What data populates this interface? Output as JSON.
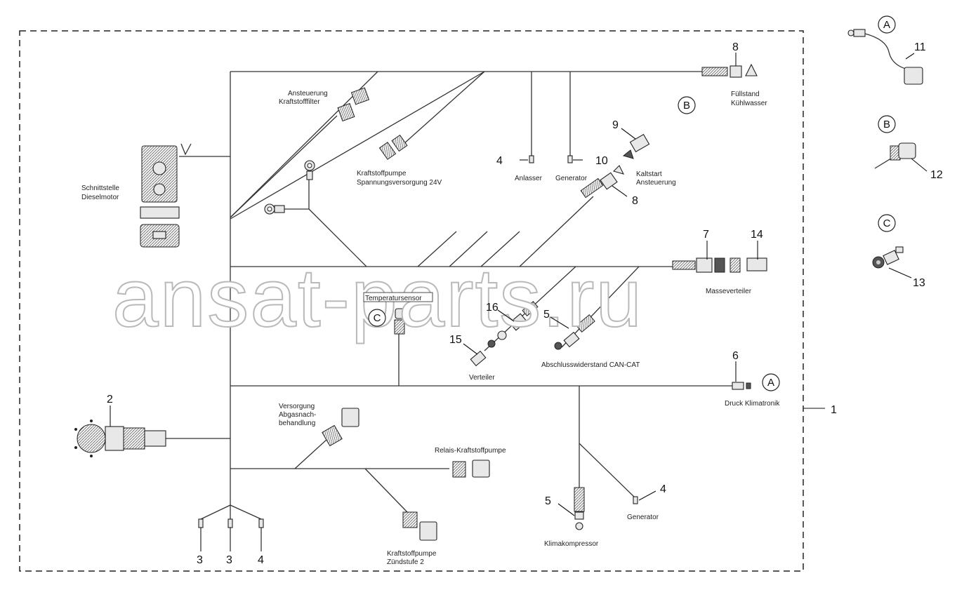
{
  "watermark": "ansat-parts.ru",
  "labels": {
    "ansteuerung_kraftstofffilter": [
      "Ansteuerung",
      "Kraftstofffilter"
    ],
    "kraftstoffpumpe_spannung": [
      "Kraftstoffpumpe",
      "Spannungsversorgung 24V"
    ],
    "anlasser": "Anlasser",
    "generator_top": "Generator",
    "fuellstand": [
      "Füllstand",
      "Kühlwasser"
    ],
    "kaltstart": [
      "Kaltstart",
      "Ansteuerung"
    ],
    "schnittstelle": [
      "Schnittstelle",
      "Dieselmotor"
    ],
    "temperatursensor": "Temperatursensor",
    "masseverteiler": "Masseverteiler",
    "abschlusswiderstand": "Abschlusswiderstand CAN-CAT",
    "verteiler": "Verteiler",
    "druck_klimatronik": "Druck Klimatronik",
    "versorgung": [
      "Versorgung",
      "Abgasnach-",
      "behandlung"
    ],
    "relais_kraftstoffpumpe": "Relais-Kraftstoffpumpe",
    "kraftstoffpumpe_zuendstufe": [
      "Kraftstoffpumpe",
      "Zündstufe 2"
    ],
    "klimakompressor": "Klimakompressor",
    "generator_bottom": "Generator"
  },
  "callouts": {
    "n1": "1",
    "n2": "2",
    "n3a": "3",
    "n3b": "3",
    "n4_top": "4",
    "n4_bottom": "4",
    "n4_right": "4",
    "n5_top": "5",
    "n5_bottom": "5",
    "n6": "6",
    "n7": "7",
    "n8_top": "8",
    "n8_mid": "8",
    "n9": "9",
    "n10": "10",
    "n11": "11",
    "n12": "12",
    "n13": "13",
    "n14": "14",
    "n15": "15",
    "n16": "16"
  },
  "letters": {
    "A_side": "A",
    "B_side": "B",
    "C_side": "C",
    "A_main": "A",
    "B_main": "B",
    "C_main": "C"
  }
}
